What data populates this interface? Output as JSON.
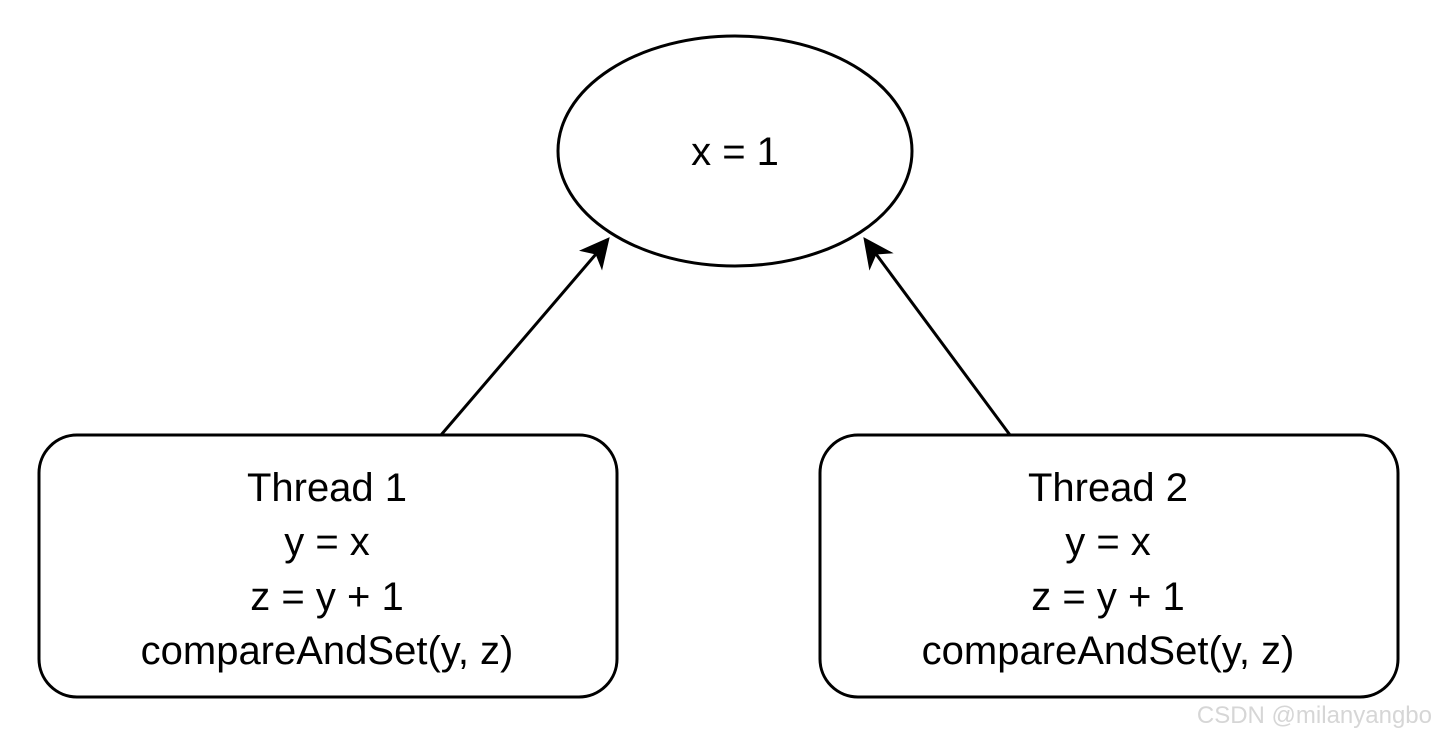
{
  "diagram": {
    "state_node": {
      "label": "x = 1"
    },
    "thread_1": {
      "title": "Thread 1",
      "lines": [
        "y = x",
        "z = y + 1",
        "compareAndSet(y, z)"
      ]
    },
    "thread_2": {
      "title": "Thread 2",
      "lines": [
        "y = x",
        "z = y + 1",
        "compareAndSet(y, z)"
      ]
    }
  },
  "watermark": {
    "text": "CSDN @milanyangbo"
  },
  "colors": {
    "stroke": "#000000",
    "background": "#ffffff",
    "watermark": "#d6d6d6"
  }
}
